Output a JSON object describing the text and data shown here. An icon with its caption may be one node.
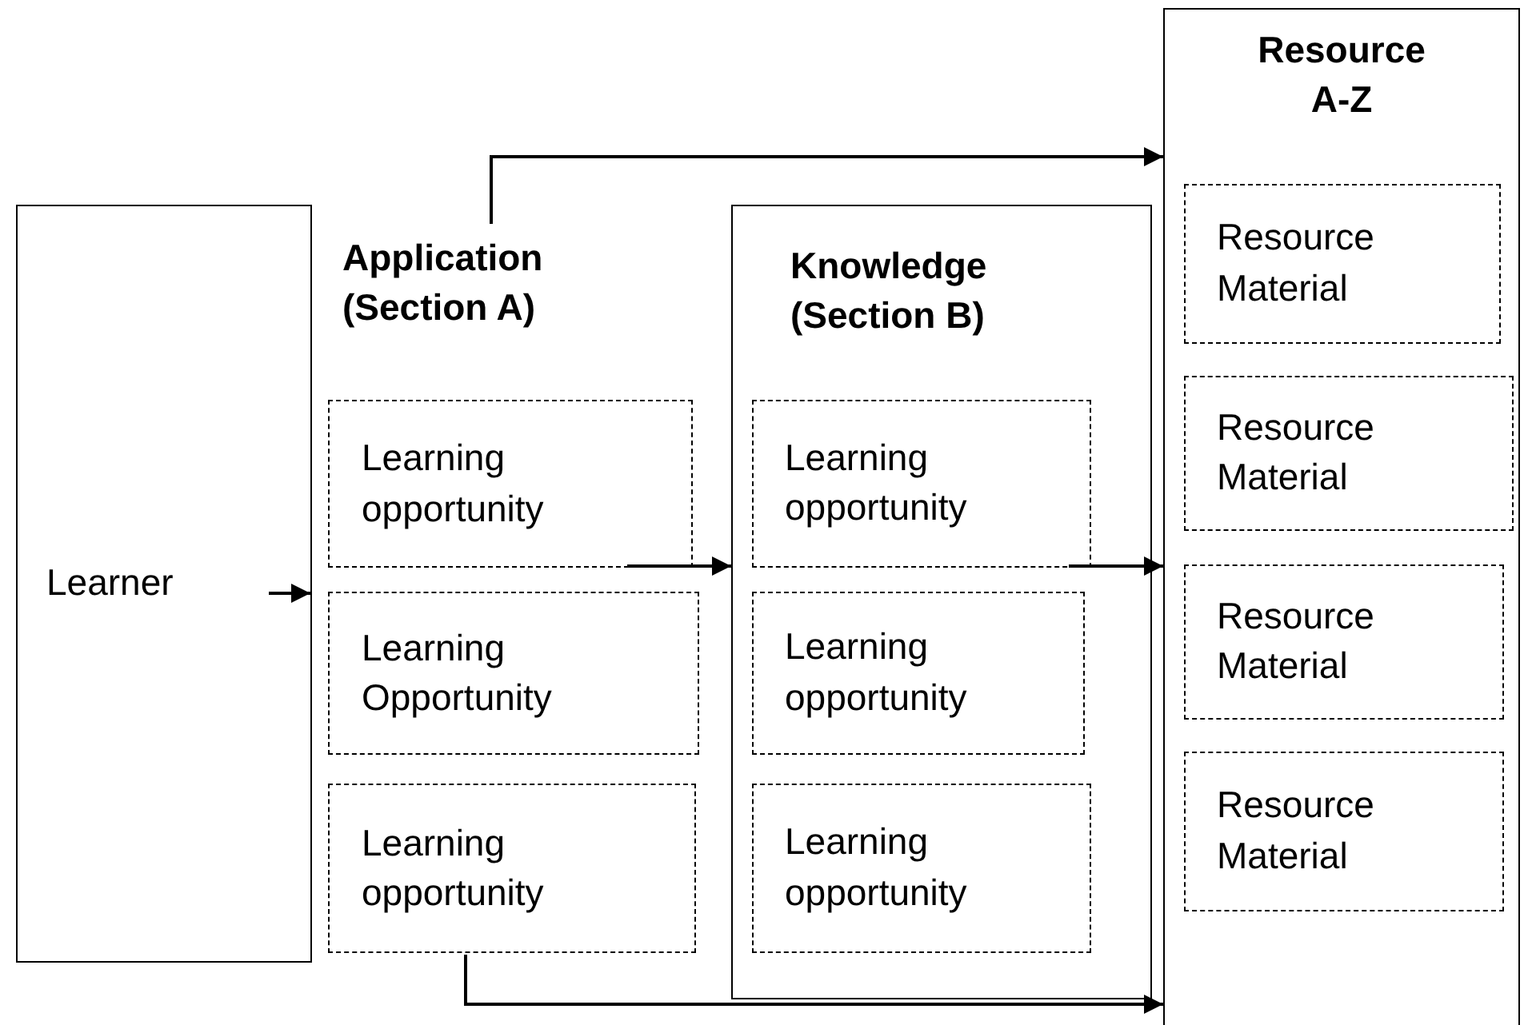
{
  "diagram": {
    "nodes": [
      {
        "text": [
          "Learner"
        ]
      },
      {
        "text": [
          "Application (Section A)"
        ]
      },
      {
        "text": [
          "Learning opportunity"
        ]
      },
      {
        "text": [
          "Learning Opportunity"
        ]
      },
      {
        "text": [
          "Learning opportunity"
        ]
      },
      {
        "text": [
          "Knowledge (Section B)"
        ]
      },
      {
        "text": [
          "Learning opportunity"
        ],
        "in": 5
      },
      {
        "text": [
          "Learning opportunity"
        ],
        "in": 5
      },
      {
        "text": [
          "Learning opportunity"
        ],
        "in": 5
      },
      {
        "text": [
          "Resource A-Z"
        ]
      },
      {
        "text": [
          "Resource Material"
        ],
        "in": 9
      },
      {
        "text": [
          "Resource Material"
        ],
        "in": 9
      },
      {
        "text": [
          "Resource Material"
        ],
        "in": 9
      },
      {
        "text": [
          "Resource Material"
        ],
        "in": 9
      }
    ],
    "edges": [
      {
        "from": null,
        "to": 0,
        "arrow": "to"
      },
      {
        "from": 2,
        "to": 5,
        "arrow": "to"
      },
      {
        "from": 6,
        "to": 9,
        "arrow": "to"
      },
      {
        "from": 1,
        "to": 9,
        "arrow": "to"
      },
      {
        "from": 4,
        "to": 9,
        "arrow": "to"
      }
    ]
  }
}
